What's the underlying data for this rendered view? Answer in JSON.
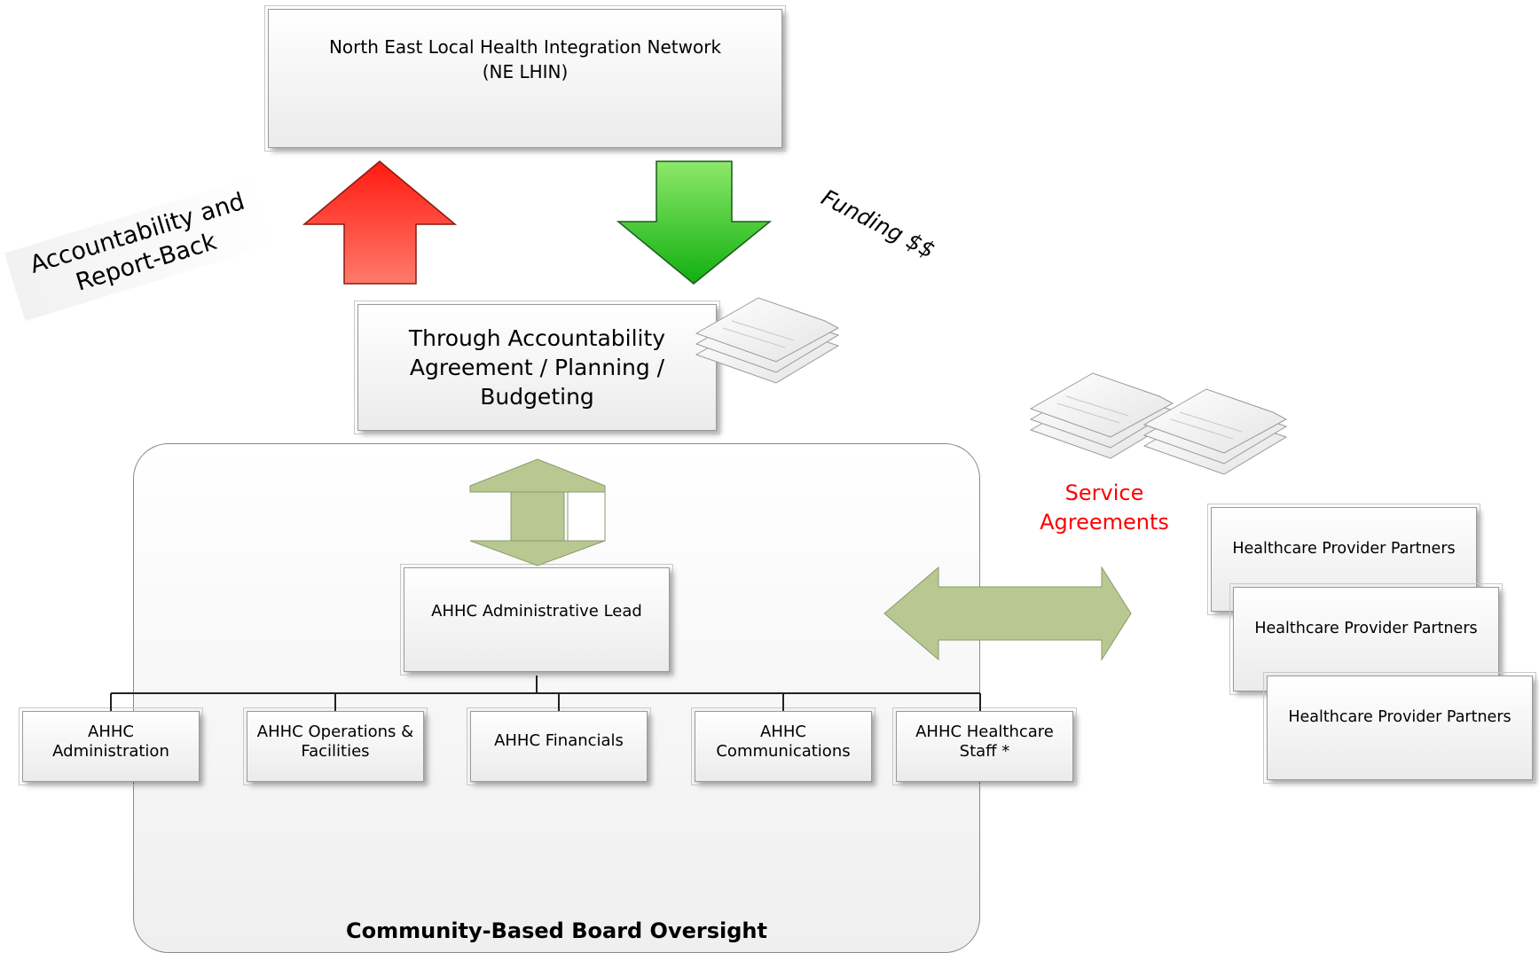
{
  "header": {
    "cut_title": "ture Governance Structure"
  },
  "boxes": {
    "ne_lhin": {
      "line1": "North East Local Health Integration Network",
      "line2": "(NE LHIN)"
    },
    "agreement": {
      "line1": "Through Accountability",
      "line2": "Agreement / Planning /",
      "line3": "Budgeting"
    },
    "admin_lead": "AHHC Administrative Lead",
    "departments": [
      {
        "line1": "AHHC",
        "line2": "Administration"
      },
      {
        "line1": "AHHC Operations &",
        "line2": "Facilities"
      },
      {
        "line1": "AHHC Financials",
        "line2": ""
      },
      {
        "line1": "AHHC",
        "line2": "Communications"
      },
      {
        "line1": "AHHC Healthcare",
        "line2": "Staff *"
      }
    ],
    "partners": [
      "Healthcare Provider Partners",
      "Healthcare Provider Partners",
      "Healthcare Provider Partners"
    ]
  },
  "labels": {
    "accountability_line1": "Accountability and",
    "accountability_line2": "Report-Back",
    "funding": "Funding $$",
    "service_line1": "Service",
    "service_line2": "Agreements",
    "board_oversight": "Community-Based Board Oversight"
  },
  "colors": {
    "up_arrow": "#ff2a1a",
    "down_arrow": "#22c022",
    "connector_arrows": "#b8c890",
    "service_text": "#ff0000"
  },
  "icons": [
    "documents-icon",
    "documents-icon",
    "documents-icon"
  ]
}
